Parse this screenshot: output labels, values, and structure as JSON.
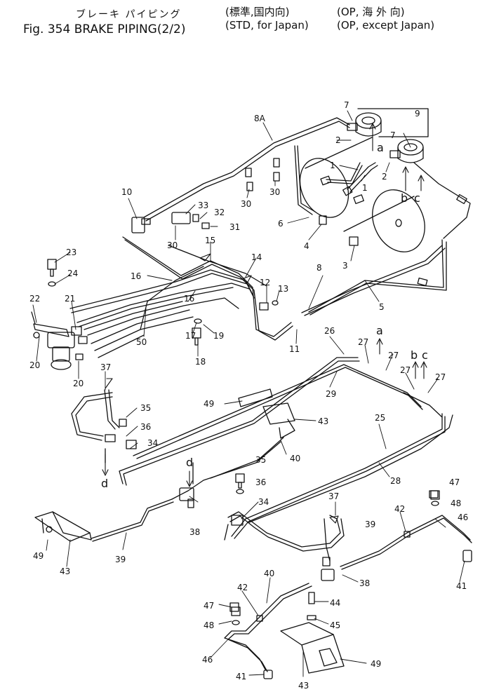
{
  "header": {
    "title_jp": "ブレーキ パイピング",
    "title_en": "Fig. 354 BRAKE PIPING(2/2)",
    "variant_std_jp": "(標準,国内向)",
    "variant_std_en": "(STD, for Japan)",
    "variant_op_jp": "(OP, 海 外 向)",
    "variant_op_en": "(OP, except Japan)"
  },
  "callouts": [
    {
      "id": "c8a",
      "text": "8A"
    },
    {
      "id": "c7a",
      "text": "7"
    },
    {
      "id": "c9",
      "text": "9"
    },
    {
      "id": "c2a",
      "text": "2"
    },
    {
      "id": "c7b",
      "text": "7"
    },
    {
      "id": "c1a",
      "text": "1"
    },
    {
      "id": "c1b",
      "text": "1"
    },
    {
      "id": "c2b",
      "text": "2"
    },
    {
      "id": "c30a",
      "text": "30"
    },
    {
      "id": "c30b",
      "text": "30"
    },
    {
      "id": "c10",
      "text": "10"
    },
    {
      "id": "c33",
      "text": "33"
    },
    {
      "id": "c32",
      "text": "32"
    },
    {
      "id": "c31",
      "text": "31"
    },
    {
      "id": "c30c",
      "text": "30"
    },
    {
      "id": "c6",
      "text": "6"
    },
    {
      "id": "c4",
      "text": "4"
    },
    {
      "id": "c3",
      "text": "3"
    },
    {
      "id": "c23",
      "text": "23"
    },
    {
      "id": "c24",
      "text": "24"
    },
    {
      "id": "c15",
      "text": "15"
    },
    {
      "id": "c14",
      "text": "14"
    },
    {
      "id": "c16a",
      "text": "16"
    },
    {
      "id": "c8",
      "text": "8"
    },
    {
      "id": "c12",
      "text": "12"
    },
    {
      "id": "c13",
      "text": "13"
    },
    {
      "id": "c22",
      "text": "22"
    },
    {
      "id": "c21",
      "text": "21"
    },
    {
      "id": "c16b",
      "text": "16"
    },
    {
      "id": "c5",
      "text": "5"
    },
    {
      "id": "c50",
      "text": "50"
    },
    {
      "id": "c17",
      "text": "17"
    },
    {
      "id": "c19",
      "text": "19"
    },
    {
      "id": "c11",
      "text": "11"
    },
    {
      "id": "c20a",
      "text": "20"
    },
    {
      "id": "c18",
      "text": "18"
    },
    {
      "id": "c26",
      "text": "26"
    },
    {
      "id": "c20b",
      "text": "20"
    },
    {
      "id": "c27a",
      "text": "27"
    },
    {
      "id": "c27b",
      "text": "27"
    },
    {
      "id": "c37a",
      "text": "37"
    },
    {
      "id": "c29",
      "text": "29"
    },
    {
      "id": "c27c",
      "text": "27"
    },
    {
      "id": "c27d",
      "text": "27"
    },
    {
      "id": "c49a",
      "text": "49"
    },
    {
      "id": "c35a",
      "text": "35"
    },
    {
      "id": "c43a",
      "text": "43"
    },
    {
      "id": "c25",
      "text": "25"
    },
    {
      "id": "c36a",
      "text": "36"
    },
    {
      "id": "c34a",
      "text": "34"
    },
    {
      "id": "c40a",
      "text": "40"
    },
    {
      "id": "c35b",
      "text": "35"
    },
    {
      "id": "c28",
      "text": "28"
    },
    {
      "id": "c36b",
      "text": "36"
    },
    {
      "id": "c47a",
      "text": "47"
    },
    {
      "id": "c34b",
      "text": "34"
    },
    {
      "id": "c48a",
      "text": "48"
    },
    {
      "id": "c37b",
      "text": "37"
    },
    {
      "id": "c42a",
      "text": "42"
    },
    {
      "id": "c46a",
      "text": "46"
    },
    {
      "id": "c38a",
      "text": "38"
    },
    {
      "id": "c39a",
      "text": "39"
    },
    {
      "id": "c49b",
      "text": "49"
    },
    {
      "id": "c43b",
      "text": "43"
    },
    {
      "id": "c39b",
      "text": "39"
    },
    {
      "id": "c38b",
      "text": "38"
    },
    {
      "id": "c41a",
      "text": "41"
    },
    {
      "id": "c40b",
      "text": "40"
    },
    {
      "id": "c42b",
      "text": "42"
    },
    {
      "id": "c44",
      "text": "44"
    },
    {
      "id": "c47b",
      "text": "47"
    },
    {
      "id": "c45",
      "text": "45"
    },
    {
      "id": "c48b",
      "text": "48"
    },
    {
      "id": "c49c",
      "text": "49"
    },
    {
      "id": "c46b",
      "text": "46"
    },
    {
      "id": "c43c",
      "text": "43"
    },
    {
      "id": "c41b",
      "text": "41"
    }
  ],
  "letters": [
    {
      "id": "la1",
      "text": "a"
    },
    {
      "id": "lb1",
      "text": "b"
    },
    {
      "id": "lc1",
      "text": "c"
    },
    {
      "id": "la2",
      "text": "a"
    },
    {
      "id": "lb2",
      "text": "b"
    },
    {
      "id": "lc2",
      "text": "c"
    },
    {
      "id": "ld1",
      "text": "d"
    },
    {
      "id": "ld2",
      "text": "d"
    }
  ]
}
